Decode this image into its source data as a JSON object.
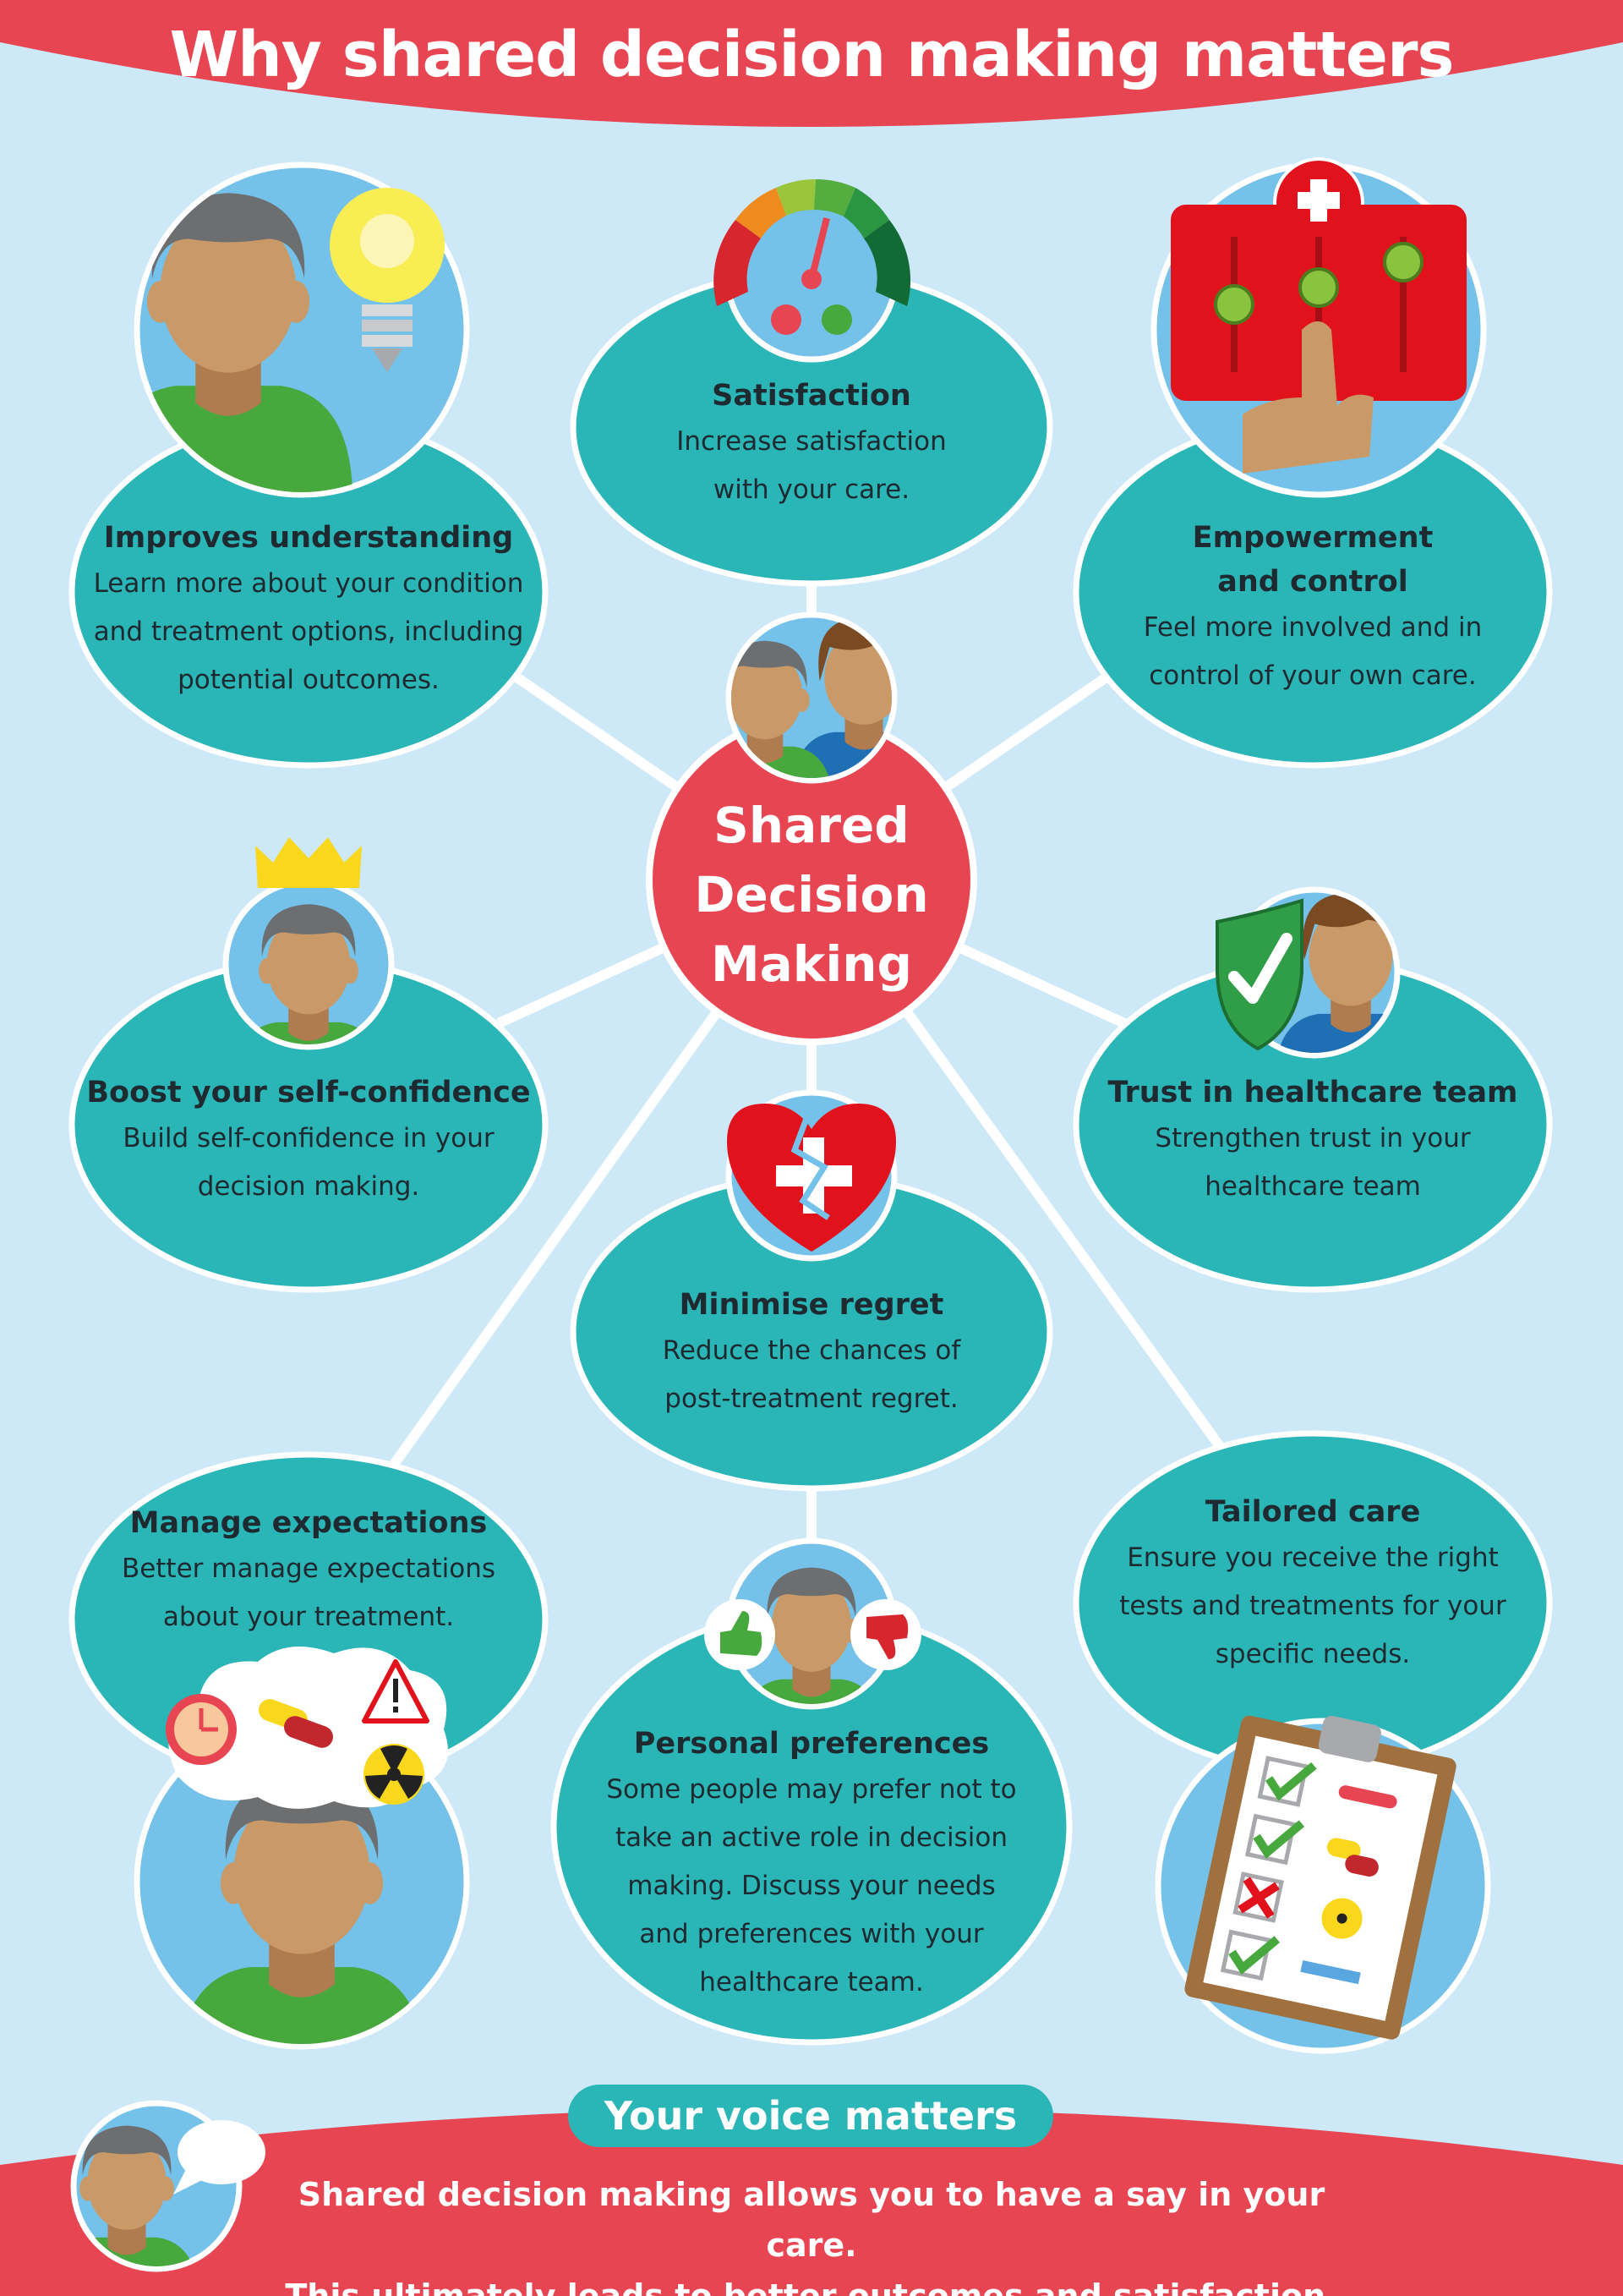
{
  "page": {
    "title": "Why shared decision making matters"
  },
  "center": {
    "line1": "Shared",
    "line2": "Decision",
    "line3": "Making"
  },
  "benefits": {
    "satisfaction": {
      "heading": "Satisfaction",
      "line1": "Increase satisfaction",
      "line2": "with your care."
    },
    "understanding": {
      "heading": "Improves understanding",
      "line1": "Learn more about your condition",
      "line2": "and treatment options, including",
      "line3": "potential outcomes."
    },
    "empowerment": {
      "heading1": "Empowerment",
      "heading2": "and control",
      "line1": "Feel more involved and in",
      "line2": "control of your own care."
    },
    "confidence": {
      "heading": "Boost your self-confidence",
      "line1": "Build self-confidence in your",
      "line2": "decision making."
    },
    "trust": {
      "heading": "Trust in healthcare team",
      "line1": "Strengthen trust in your",
      "line2": "healthcare team"
    },
    "regret": {
      "heading": "Minimise regret",
      "line1": "Reduce the chances of",
      "line2": "post-treatment regret."
    },
    "expectations": {
      "heading": "Manage expectations",
      "line1": "Better manage expectations",
      "line2": "about your treatment."
    },
    "preferences": {
      "heading": "Personal preferences",
      "line1": "Some people may prefer not to",
      "line2": "take an active role in decision",
      "line3": "making. Discuss your needs",
      "line4": "and preferences with your",
      "line5": "healthcare team."
    },
    "tailored": {
      "heading": "Tailored care",
      "line1": "Ensure you receive the right",
      "line2": "tests and treatments for your",
      "line3": "specific needs."
    }
  },
  "footer": {
    "pill": "Your voice matters",
    "line1": "Shared decision making allows you to have a say in your care.",
    "line2": "This ultimately leads to better outcomes and satisfaction."
  },
  "colors": {
    "red": "#e84552",
    "teal": "#2ab5b7",
    "sky": "#cde8f7",
    "iconBlue": "#74c1ea",
    "skin": "#c99a68",
    "hair": "#6d6e70",
    "shirt": "#47a83d"
  },
  "icons": [
    "lightbulb-icon",
    "satisfaction-gauge-icon",
    "medical-controls-icon",
    "patient-doctor-icon",
    "crown-icon",
    "shield-check-icon",
    "broken-heart-icon",
    "thumbs-up-icon",
    "thumbs-down-icon",
    "clock-icon",
    "pills-icon",
    "warning-icon",
    "radiation-icon",
    "checklist-icon",
    "speech-bubble-icon"
  ]
}
